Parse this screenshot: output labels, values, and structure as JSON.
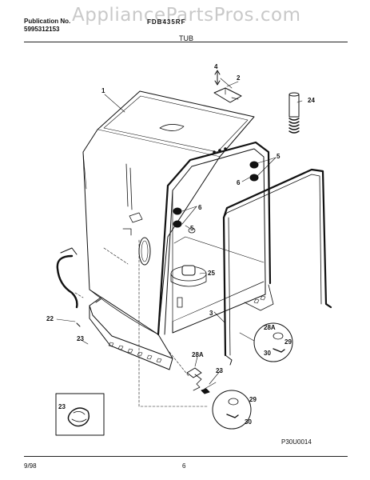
{
  "header": {
    "publication_label": "Publication No.",
    "publication_number": "5995312153",
    "model": "FDB435RF",
    "section_title": "TUB"
  },
  "watermark": "AppliancePartsPros.com",
  "callouts": {
    "c1": "1",
    "c2": "2",
    "c3": "3",
    "c4": "4",
    "c5a": "5",
    "c5b": "5",
    "c6a": "6",
    "c6b": "6",
    "c22": "22",
    "c23a": "23",
    "c23b": "23",
    "c23c": "23",
    "c24": "24",
    "c25": "25",
    "c28a": "28A",
    "c28b": "28A",
    "c29a": "29",
    "c29b": "29",
    "c30a": "30",
    "c30b": "30"
  },
  "figure_code": "P30U0014",
  "footer": {
    "date": "9/98",
    "page": "6"
  }
}
